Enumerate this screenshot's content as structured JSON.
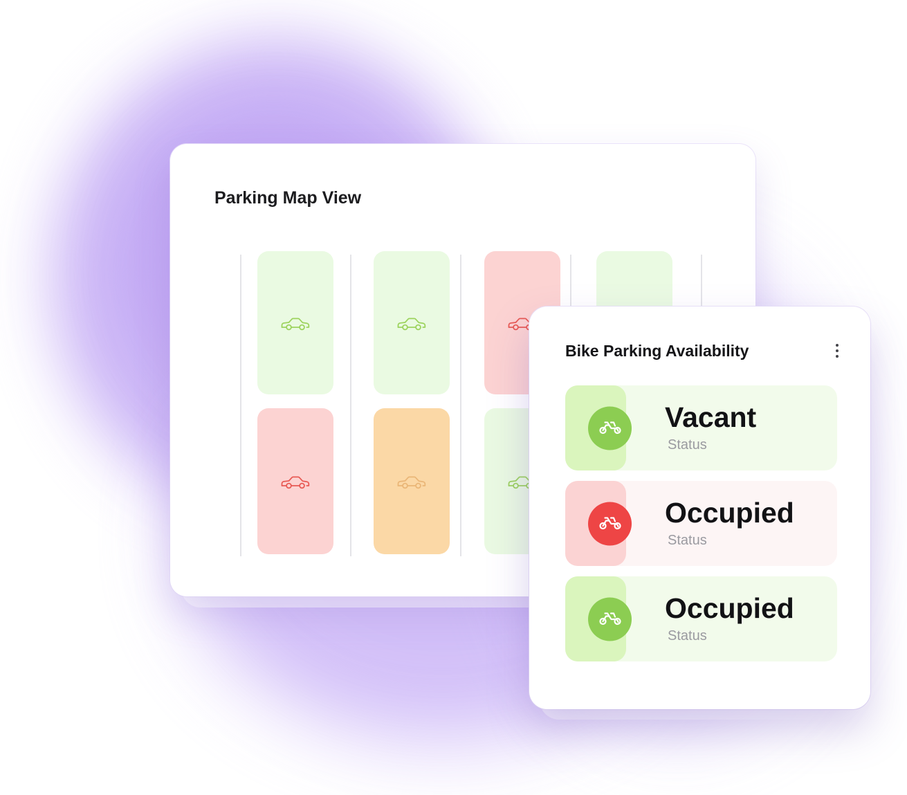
{
  "parking_map": {
    "title": "Parking Map View",
    "slots": [
      {
        "row": 1,
        "col": 1,
        "vehicle": "car",
        "state": "vacant"
      },
      {
        "row": 1,
        "col": 2,
        "vehicle": "car",
        "state": "vacant"
      },
      {
        "row": 1,
        "col": 3,
        "vehicle": "car",
        "state": "occupied"
      },
      {
        "row": 1,
        "col": 4,
        "vehicle": "car",
        "state": "vacant"
      },
      {
        "row": 2,
        "col": 1,
        "vehicle": "car",
        "state": "occupied"
      },
      {
        "row": 2,
        "col": 2,
        "vehicle": "car",
        "state": "reserved"
      },
      {
        "row": 2,
        "col": 3,
        "vehicle": "car",
        "state": "vacant"
      }
    ]
  },
  "bike_panel": {
    "title": "Bike Parking Availability",
    "menu_icon": "kebab-menu-icon",
    "rows": [
      {
        "status": "Vacant",
        "label": "Status",
        "theme": "green",
        "icon": "motorcycle-icon"
      },
      {
        "status": "Occupied",
        "label": "Status",
        "theme": "red",
        "icon": "motorcycle-icon"
      },
      {
        "status": "Occupied",
        "label": "Status",
        "theme": "green",
        "icon": "motorcycle-icon"
      }
    ]
  },
  "colors": {
    "background_blob": "#c9b2f6",
    "slot_vacant_bg": "#eafae2",
    "slot_vacant_icon": "#9cd35d",
    "slot_occupied_bg": "#fcd3d2",
    "slot_occupied_icon": "#e85a54",
    "slot_reserved_bg": "#fbd8a6",
    "slot_reserved_icon": "#eab677",
    "row_green_bg": "#f2fbeb",
    "row_green_chip": "#daf5bd",
    "row_green_circle": "#8ccd52",
    "row_red_bg": "#fdf5f5",
    "row_red_chip": "#fbd3d3",
    "row_red_circle": "#ee4545"
  }
}
